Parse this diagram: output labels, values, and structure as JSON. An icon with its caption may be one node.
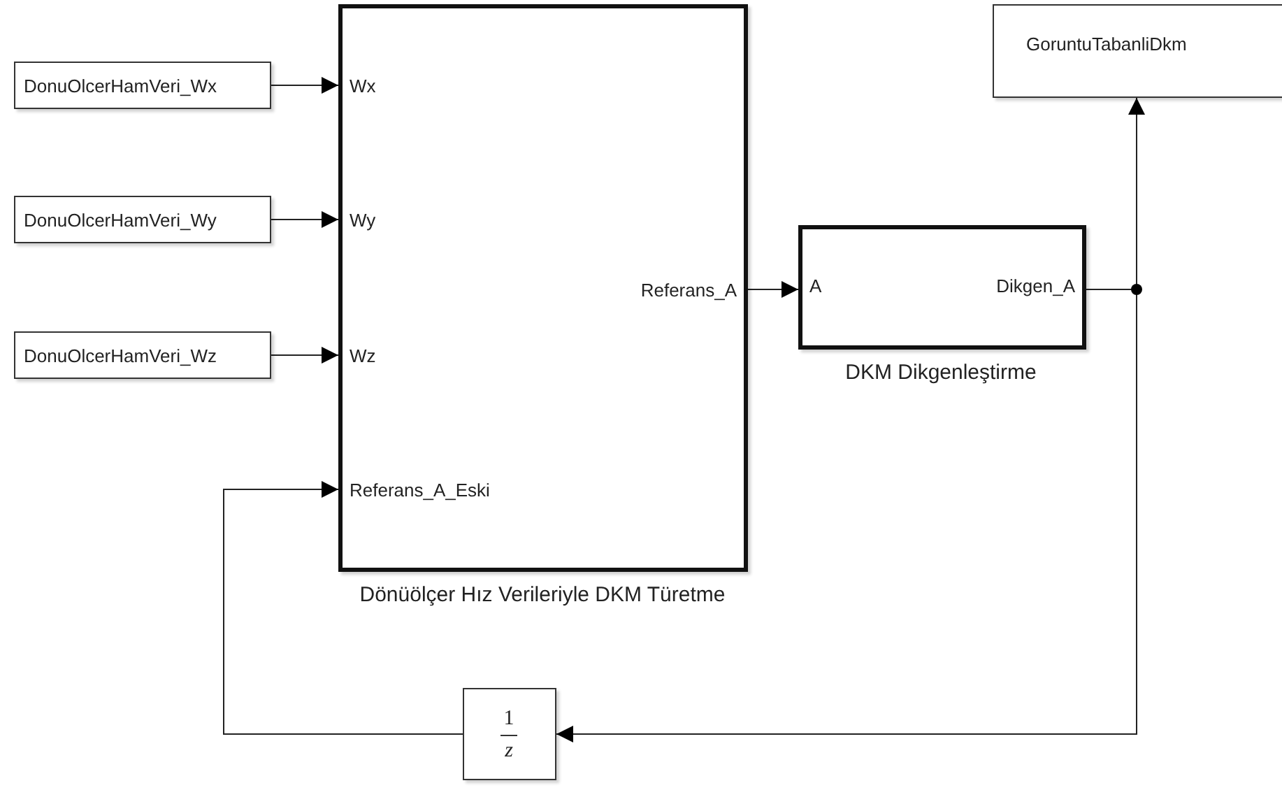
{
  "diagram": {
    "nodes": [
      {
        "text": [
          "DonuOlcerHamVeri_Wx"
        ]
      },
      {
        "text": [
          "DonuOlcerHamVeri_Wy"
        ]
      },
      {
        "text": [
          "DonuOlcerHamVeri_Wz"
        ]
      },
      {
        "text": [
          "Wx",
          "Wy",
          "Wz",
          "Referans_A_Eski",
          "Referans_A"
        ],
        "beside": [
          "Dönüölçer Hız Verileriyle DKM Türetme"
        ]
      },
      {
        "text": [
          "A",
          "Dikgen_A"
        ],
        "beside": [
          "DKM Dikgenleştirme"
        ]
      },
      {
        "text": [
          "GoruntuTabanliDkm"
        ]
      },
      {
        "text": [
          "1",
          "z"
        ]
      }
    ],
    "edges": [
      {
        "from": 0,
        "to": 3,
        "arrow": "to"
      },
      {
        "from": 1,
        "to": 3,
        "arrow": "to"
      },
      {
        "from": 2,
        "to": 3,
        "arrow": "to"
      },
      {
        "from": 3,
        "to": 4,
        "arrow": "to"
      },
      {
        "from": 4,
        "to": 5,
        "arrow": "to"
      },
      {
        "from": 4,
        "to": 6,
        "arrow": "to"
      },
      {
        "from": 6,
        "to": 3,
        "arrow": "to"
      }
    ]
  }
}
